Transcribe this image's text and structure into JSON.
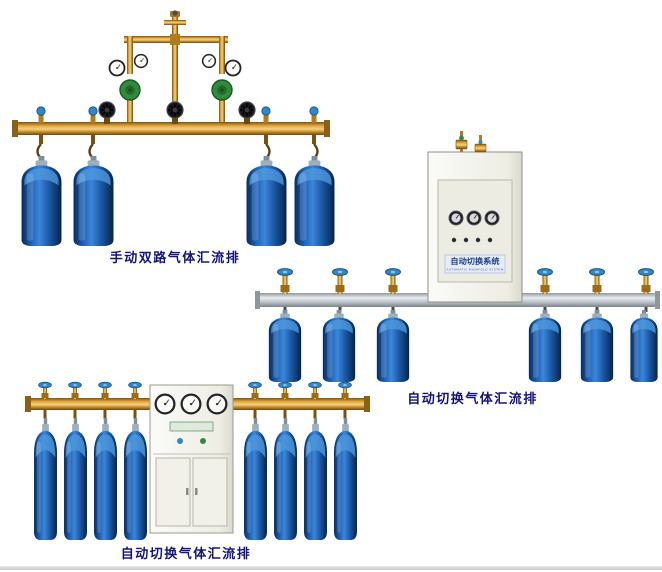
{
  "page": {
    "background": "#ffffff",
    "bottom_border_color": "#d4d4d4"
  },
  "colors": {
    "caption_text": "#14147d",
    "cylinder_blue_dark": "#072c5e",
    "cylinder_blue_light": "#3c86d8",
    "brass_pipe": "#e2a83f",
    "aluminum_pipe": "#c3cad0",
    "regulator_green": "#2f8a3a",
    "valve_handwheel_blue": "#2f86c9",
    "cabinet_body": "#f2f2ec"
  },
  "products": {
    "manual_dual": {
      "caption": "手动双路气体汇流排",
      "cylinder_count": 4
    },
    "auto_switch_right": {
      "caption": "自动切换气体汇流排",
      "cabinet_label": "自动切换系统",
      "cabinet_sub_label": "AUTOMATIC MANIFOLD SYSTEM",
      "cylinder_count": 6
    },
    "auto_switch_bottom": {
      "caption": "自动切换气体汇流排",
      "cylinder_count": 8
    }
  }
}
